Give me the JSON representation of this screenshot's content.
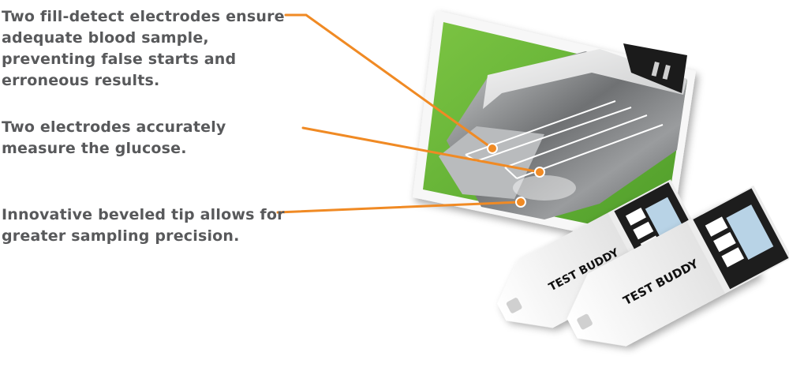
{
  "callouts": [
    {
      "text": "Two fill-detect electrodes ensure adequate blood sample, preventing false starts and erroneous results."
    },
    {
      "text": "Two electrodes accurately measure the glucose."
    },
    {
      "text": "Innovative beveled tip allows for greater sampling precision."
    }
  ],
  "strips": [
    {
      "brand": "TEST BUDDY"
    },
    {
      "brand": "TEST BUDDY"
    }
  ],
  "colors": {
    "text": "#58595b",
    "leader": "#f08a24",
    "photo_bg": "#6cbb3c",
    "strip": "#f3f3f3"
  }
}
